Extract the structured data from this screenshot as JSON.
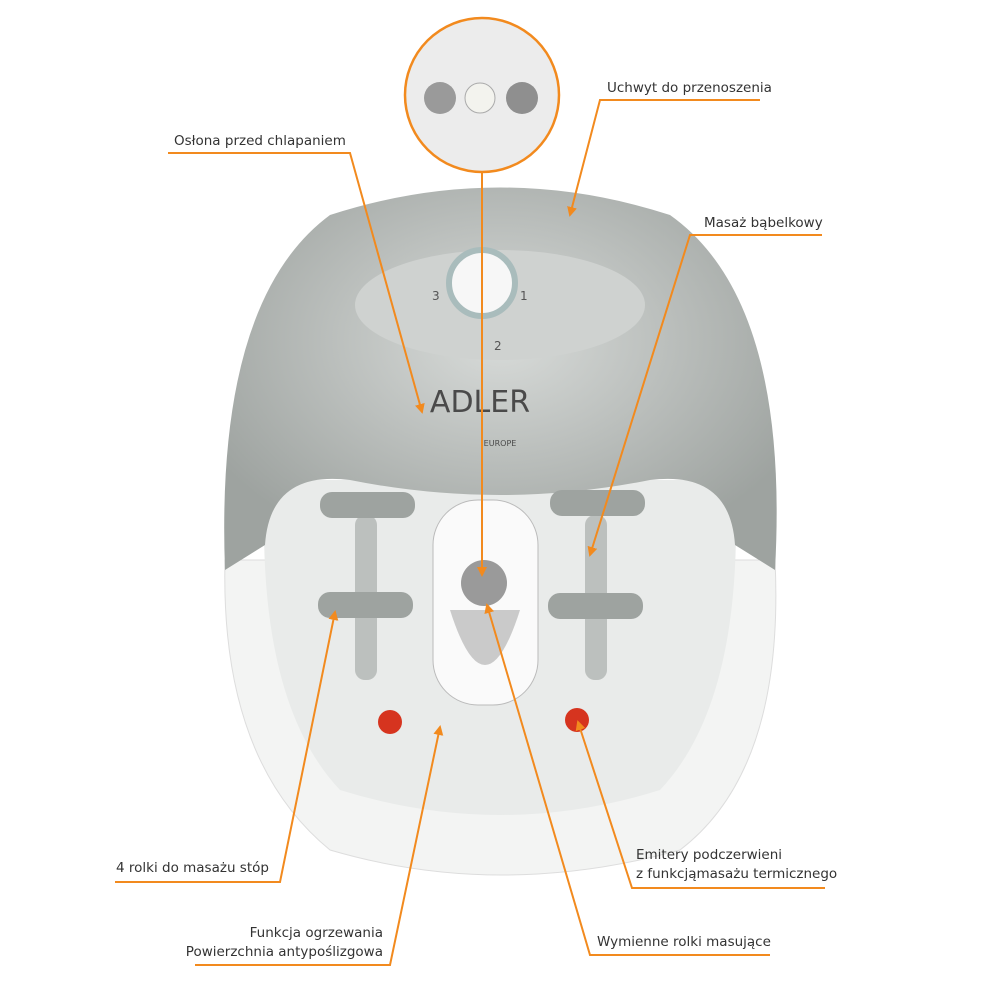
{
  "brand": {
    "name": "ADLER",
    "sub": "EUROPE"
  },
  "accent": "#f28a1e",
  "dial": {
    "settings": [
      "3",
      "1",
      "2"
    ]
  },
  "labels": {
    "splash_guard": "Osłona przed chlapaniem",
    "carry_handle": "Uchwyt do przenoszenia",
    "bubble_massage": "Masaż bąbelkowy",
    "rollers": "4 rolki do masażu stóp",
    "heating_line1": "Funkcja ogrzewania",
    "heating_line2": "Powierzchnia antypoślizgowa",
    "infrared_line1": "Emitery podczerwieni",
    "infrared_line2": "z funkcjąmasażu termicznego",
    "attachments": "Wymienne rolki masujące"
  }
}
